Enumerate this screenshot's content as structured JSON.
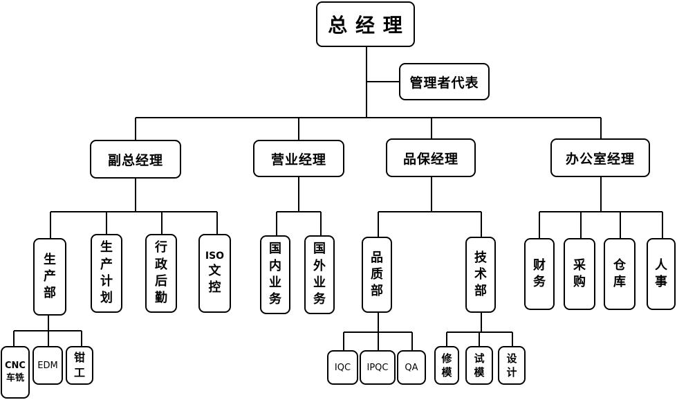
{
  "chart": {
    "top": "总 经 理",
    "rep": "管理者代表",
    "managers": {
      "deputy": "副总经理",
      "sales": "营业经理",
      "quality": "品保经理",
      "office": "办公室经理"
    },
    "deputy_units": {
      "production": "生产部",
      "plan": "生产计划",
      "admin": "行政后勤",
      "iso": [
        "ISO",
        "文",
        "控"
      ]
    },
    "production_units": {
      "cnc": [
        "CNC",
        "车铣"
      ],
      "edm": "EDM",
      "fitter": "钳工"
    },
    "sales_units": {
      "domestic": "国内业务",
      "foreign": "国外业务"
    },
    "quality_units": {
      "qc": "品质部",
      "tech": "技术部"
    },
    "qc_units": {
      "iqc": "IQC",
      "ipqc": "IPQC",
      "qa": "QA"
    },
    "tech_units": {
      "repair": "修模",
      "trial": "试模",
      "design": "设计"
    },
    "office_units": {
      "finance": "财务",
      "purchase": "采购",
      "warehouse": "仓库",
      "hr": "人事"
    }
  }
}
